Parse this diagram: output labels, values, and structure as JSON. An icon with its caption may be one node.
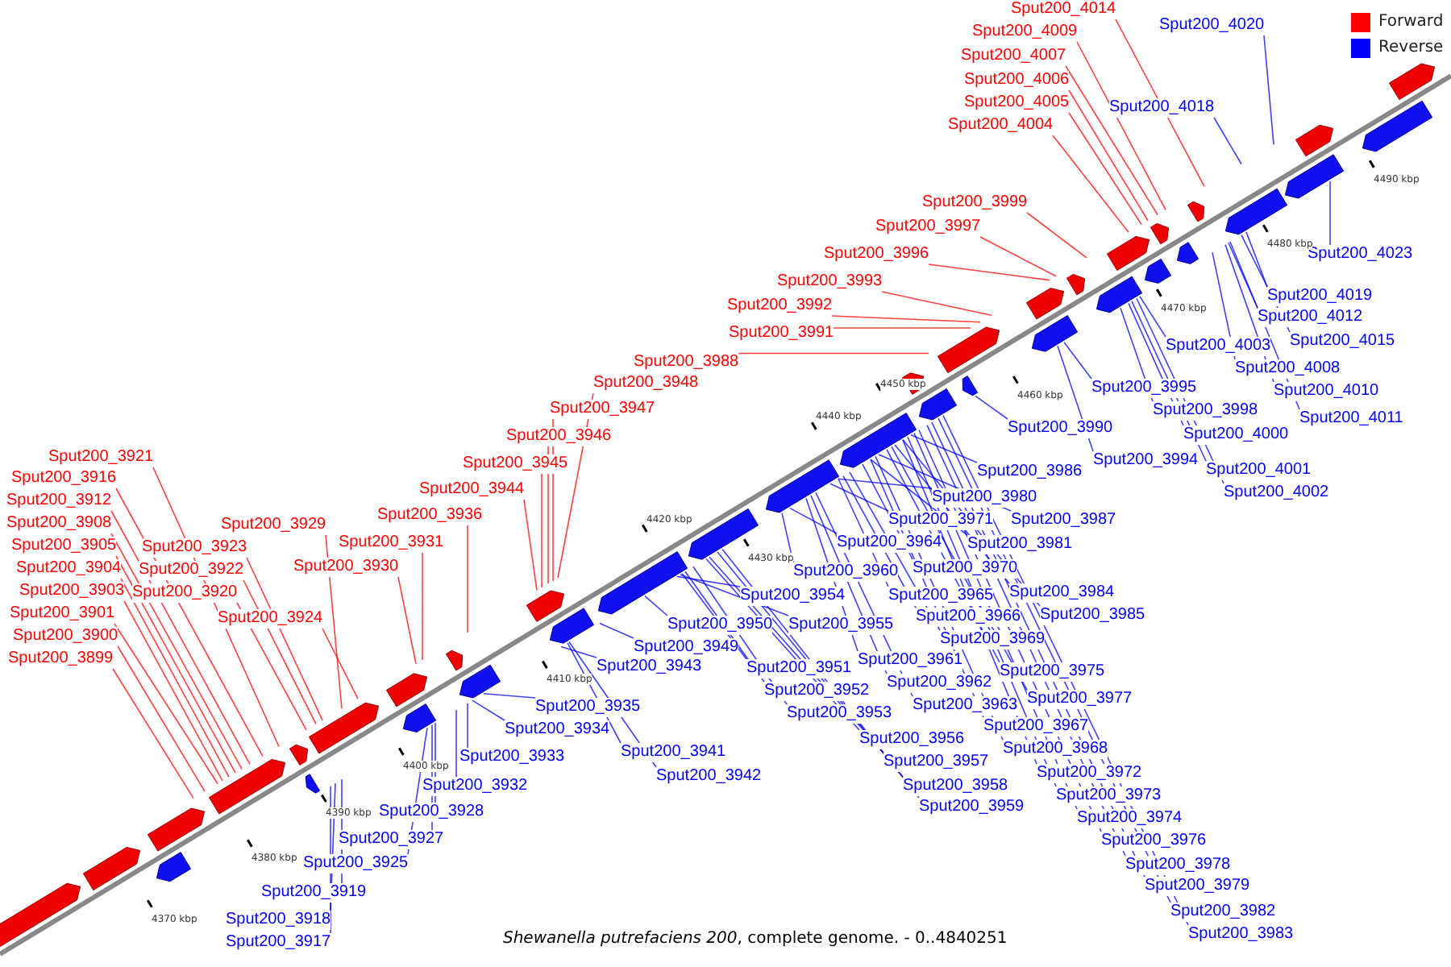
{
  "diagram": {
    "caption": "*Shewanella putrefaciens 200*, complete genome. - 0..4840251",
    "nodes": [
      {
        "text": [
          "Sput200_3921"
        ]
      },
      {
        "text": [
          "Sput200_3916"
        ]
      },
      {
        "text": [
          "Sput200_3912"
        ]
      },
      {
        "text": [
          "Sput200_3908"
        ]
      },
      {
        "text": [
          "Sput200_3905"
        ]
      },
      {
        "text": [
          "Sput200_3904"
        ]
      },
      {
        "text": [
          "Sput200_3903"
        ]
      },
      {
        "text": [
          "Sput200_3901"
        ]
      },
      {
        "text": [
          "Sput200_3900"
        ]
      },
      {
        "text": [
          "Sput200_3899"
        ]
      },
      {
        "text": [
          "Sput200_3923"
        ]
      },
      {
        "text": [
          "Sput200_3922"
        ]
      },
      {
        "text": [
          "Sput200_3920"
        ]
      },
      {
        "text": [
          "Sput200_3929"
        ]
      },
      {
        "text": [
          "Sput200_3924"
        ]
      },
      {
        "text": [
          "Sput200_3930"
        ]
      },
      {
        "text": [
          "Sput200_3931"
        ]
      },
      {
        "text": [
          "Sput200_3936"
        ]
      },
      {
        "text": [
          "Sput200_3944"
        ]
      },
      {
        "text": [
          "Sput200_3945"
        ]
      },
      {
        "text": [
          "Sput200_3946"
        ]
      },
      {
        "text": [
          "Sput200_3947"
        ]
      },
      {
        "text": [
          "Sput200_3948"
        ]
      },
      {
        "text": [
          "Sput200_3988"
        ]
      },
      {
        "text": [
          "Sput200_3991"
        ]
      },
      {
        "text": [
          "Sput200_3992"
        ]
      },
      {
        "text": [
          "Sput200_3993"
        ]
      },
      {
        "text": [
          "Sput200_3996"
        ]
      },
      {
        "text": [
          "Sput200_3997"
        ]
      },
      {
        "text": [
          "Sput200_3999"
        ]
      },
      {
        "text": [
          "Sput200_4004"
        ]
      },
      {
        "text": [
          "Sput200_4005"
        ]
      },
      {
        "text": [
          "Sput200_4006"
        ]
      },
      {
        "text": [
          "Sput200_4007"
        ]
      },
      {
        "text": [
          "Sput200_4009"
        ]
      },
      {
        "text": [
          "Sput200_4014"
        ]
      },
      {
        "text": [
          "Sput200_4020"
        ]
      },
      {
        "text": [
          "Sput200_4018"
        ]
      },
      {
        "text": [
          "Sput200_4023"
        ]
      },
      {
        "text": [
          "Sput200_4019"
        ]
      },
      {
        "text": [
          "Sput200_4012"
        ]
      },
      {
        "text": [
          "Sput200_4015"
        ]
      },
      {
        "text": [
          "Sput200_4003"
        ]
      },
      {
        "text": [
          "Sput200_4008"
        ]
      },
      {
        "text": [
          "Sput200_4010"
        ]
      },
      {
        "text": [
          "Sput200_4011"
        ]
      },
      {
        "text": [
          "Sput200_3995"
        ]
      },
      {
        "text": [
          "Sput200_3998"
        ]
      },
      {
        "text": [
          "Sput200_4000"
        ]
      },
      {
        "text": [
          "Sput200_4001"
        ]
      },
      {
        "text": [
          "Sput200_4002"
        ]
      },
      {
        "text": [
          "Sput200_3994"
        ]
      },
      {
        "text": [
          "Sput200_3990"
        ]
      },
      {
        "text": [
          "Sput200_3986"
        ]
      },
      {
        "text": [
          "Sput200_3980"
        ]
      },
      {
        "text": [
          "Sput200_3971"
        ]
      },
      {
        "text": [
          "Sput200_3987"
        ]
      },
      {
        "text": [
          "Sput200_3964"
        ]
      },
      {
        "text": [
          "Sput200_3981"
        ]
      },
      {
        "text": [
          "Sput200_3960"
        ]
      },
      {
        "text": [
          "Sput200_3970"
        ]
      },
      {
        "text": [
          "Sput200_3965"
        ]
      },
      {
        "text": [
          "Sput200_3984"
        ]
      },
      {
        "text": [
          "Sput200_3954"
        ]
      },
      {
        "text": [
          "Sput200_3966"
        ]
      },
      {
        "text": [
          "Sput200_3985"
        ]
      },
      {
        "text": [
          "Sput200_3950"
        ]
      },
      {
        "text": [
          "Sput200_3955"
        ]
      },
      {
        "text": [
          "Sput200_3969"
        ]
      },
      {
        "text": [
          "Sput200_3949"
        ]
      },
      {
        "text": [
          "Sput200_3961"
        ]
      },
      {
        "text": [
          "Sput200_3943"
        ]
      },
      {
        "text": [
          "Sput200_3951"
        ]
      },
      {
        "text": [
          "Sput200_3975"
        ]
      },
      {
        "text": [
          "Sput200_3962"
        ]
      },
      {
        "text": [
          "Sput200_3952"
        ]
      },
      {
        "text": [
          "Sput200_3977"
        ]
      },
      {
        "text": [
          "Sput200_3963"
        ]
      },
      {
        "text": [
          "Sput200_3935"
        ]
      },
      {
        "text": [
          "Sput200_3953"
        ]
      },
      {
        "text": [
          "Sput200_3967"
        ]
      },
      {
        "text": [
          "Sput200_3934"
        ]
      },
      {
        "text": [
          "Sput200_3956"
        ]
      },
      {
        "text": [
          "Sput200_3968"
        ]
      },
      {
        "text": [
          "Sput200_3941"
        ]
      },
      {
        "text": [
          "Sput200_3933"
        ]
      },
      {
        "text": [
          "Sput200_3957"
        ]
      },
      {
        "text": [
          "Sput200_3972"
        ]
      },
      {
        "text": [
          "Sput200_3942"
        ]
      },
      {
        "text": [
          "Sput200_3932"
        ]
      },
      {
        "text": [
          "Sput200_3958"
        ]
      },
      {
        "text": [
          "Sput200_3959"
        ]
      },
      {
        "text": [
          "Sput200_3973"
        ]
      },
      {
        "text": [
          "Sput200_3928"
        ]
      },
      {
        "text": [
          "Sput200_3974"
        ]
      },
      {
        "text": [
          "Sput200_3927"
        ]
      },
      {
        "text": [
          "Sput200_3976"
        ]
      },
      {
        "text": [
          "Sput200_3925"
        ]
      },
      {
        "text": [
          "Sput200_3978"
        ]
      },
      {
        "text": [
          "Sput200_3919"
        ]
      },
      {
        "text": [
          "Sput200_3979"
        ]
      },
      {
        "text": [
          "Sput200_3982"
        ]
      },
      {
        "text": [
          "Sput200_3918"
        ]
      },
      {
        "text": [
          "Sput200_3983"
        ]
      },
      {
        "text": [
          "Sput200_3917"
        ]
      }
    ],
    "edges": [
      {
        "from": 0,
        "to": null,
        "arrow": "none",
        "color": "#ff0000"
      },
      {
        "from": 1,
        "to": null,
        "arrow": "none",
        "color": "#ff0000"
      },
      {
        "from": 2,
        "to": null,
        "arrow": "none",
        "color": "#ff0000"
      },
      {
        "from": 3,
        "to": null,
        "arrow": "none",
        "color": "#ff0000"
      },
      {
        "from": 4,
        "to": null,
        "arrow": "none",
        "color": "#ff0000"
      },
      {
        "from": 5,
        "to": null,
        "arrow": "none",
        "color": "#ff0000"
      },
      {
        "from": 6,
        "to": null,
        "arrow": "none",
        "color": "#ff0000"
      },
      {
        "from": 7,
        "to": null,
        "arrow": "none",
        "color": "#ff0000"
      },
      {
        "from": 8,
        "to": null,
        "arrow": "none",
        "color": "#ff0000"
      },
      {
        "from": 9,
        "to": null,
        "arrow": "none",
        "color": "#ff0000"
      },
      {
        "from": 10,
        "to": null,
        "arrow": "none",
        "color": "#ff0000"
      },
      {
        "from": 11,
        "to": null,
        "arrow": "none",
        "color": "#ff0000"
      },
      {
        "from": 12,
        "to": null,
        "arrow": "none",
        "color": "#ff0000"
      },
      {
        "from": 13,
        "to": null,
        "arrow": "none",
        "color": "#ff0000"
      },
      {
        "from": 14,
        "to": null,
        "arrow": "none",
        "color": "#ff0000"
      },
      {
        "from": 15,
        "to": null,
        "arrow": "none",
        "color": "#ff0000"
      },
      {
        "from": 16,
        "to": null,
        "arrow": "none",
        "color": "#ff0000"
      },
      {
        "from": 17,
        "to": null,
        "arrow": "none",
        "color": "#ff0000"
      },
      {
        "from": 18,
        "to": null,
        "arrow": "none",
        "color": "#ff0000"
      },
      {
        "from": 19,
        "to": null,
        "arrow": "none",
        "color": "#ff0000"
      },
      {
        "from": 20,
        "to": null,
        "arrow": "none",
        "color": "#ff0000"
      },
      {
        "from": 21,
        "to": null,
        "arrow": "none",
        "color": "#ff0000"
      },
      {
        "from": 22,
        "to": null,
        "arrow": "none",
        "color": "#ff0000"
      },
      {
        "from": 23,
        "to": null,
        "arrow": "none",
        "color": "#ff0000"
      },
      {
        "from": 24,
        "to": null,
        "arrow": "none",
        "color": "#ff0000"
      },
      {
        "from": 25,
        "to": null,
        "arrow": "none",
        "color": "#ff0000"
      },
      {
        "from": 26,
        "to": null,
        "arrow": "none",
        "color": "#ff0000"
      },
      {
        "from": 27,
        "to": null,
        "arrow": "none",
        "color": "#ff0000"
      },
      {
        "from": 28,
        "to": null,
        "arrow": "none",
        "color": "#ff0000"
      },
      {
        "from": 29,
        "to": null,
        "arrow": "none",
        "color": "#ff0000"
      },
      {
        "from": 30,
        "to": null,
        "arrow": "none",
        "color": "#ff0000"
      },
      {
        "from": 31,
        "to": null,
        "arrow": "none",
        "color": "#ff0000"
      },
      {
        "from": 32,
        "to": null,
        "arrow": "none",
        "color": "#ff0000"
      },
      {
        "from": 33,
        "to": null,
        "arrow": "none",
        "color": "#ff0000"
      },
      {
        "from": 34,
        "to": null,
        "arrow": "none",
        "color": "#ff0000"
      },
      {
        "from": 35,
        "to": null,
        "arrow": "none",
        "color": "#ff0000"
      },
      {
        "from": 36,
        "to": null,
        "arrow": "none"
      },
      {
        "from": 37,
        "to": null,
        "arrow": "none"
      },
      {
        "from": 38,
        "to": null,
        "arrow": "none"
      },
      {
        "from": 39,
        "to": null,
        "arrow": "none"
      },
      {
        "from": 40,
        "to": null,
        "arrow": "none"
      },
      {
        "from": 41,
        "to": null,
        "arrow": "none"
      },
      {
        "from": 42,
        "to": null,
        "arrow": "none"
      },
      {
        "from": 43,
        "to": null,
        "arrow": "none"
      },
      {
        "from": 44,
        "to": null,
        "arrow": "none"
      },
      {
        "from": 45,
        "to": null,
        "arrow": "none"
      },
      {
        "from": 46,
        "to": null,
        "arrow": "none"
      },
      {
        "from": 47,
        "to": null,
        "arrow": "none"
      },
      {
        "from": 48,
        "to": null,
        "arrow": "none"
      },
      {
        "from": 49,
        "to": null,
        "arrow": "none"
      },
      {
        "from": 50,
        "to": null,
        "arrow": "none"
      },
      {
        "from": 51,
        "to": null,
        "arrow": "none"
      },
      {
        "from": 52,
        "to": null,
        "arrow": "none"
      },
      {
        "from": 53,
        "to": null,
        "arrow": "none"
      },
      {
        "from": 54,
        "to": null,
        "arrow": "none"
      },
      {
        "from": 55,
        "to": null,
        "arrow": "none"
      },
      {
        "from": 56,
        "to": null,
        "arrow": "none"
      },
      {
        "from": 57,
        "to": null,
        "arrow": "none"
      },
      {
        "from": 58,
        "to": null,
        "arrow": "none"
      },
      {
        "from": 59,
        "to": null,
        "arrow": "none"
      },
      {
        "from": 60,
        "to": null,
        "arrow": "none"
      },
      {
        "from": 61,
        "to": null,
        "arrow": "none"
      },
      {
        "from": 62,
        "to": null,
        "arrow": "none"
      },
      {
        "from": 63,
        "to": null,
        "arrow": "none"
      },
      {
        "from": 64,
        "to": null,
        "arrow": "none"
      },
      {
        "from": 65,
        "to": null,
        "arrow": "none"
      },
      {
        "from": 66,
        "to": null,
        "arrow": "none"
      },
      {
        "from": 67,
        "to": null,
        "arrow": "none"
      },
      {
        "from": 68,
        "to": null,
        "arrow": "none"
      },
      {
        "from": 69,
        "to": null,
        "arrow": "none"
      },
      {
        "from": 70,
        "to": null,
        "arrow": "none"
      },
      {
        "from": 71,
        "to": null,
        "arrow": "none"
      },
      {
        "from": 72,
        "to": null,
        "arrow": "none"
      },
      {
        "from": 73,
        "to": null,
        "arrow": "none"
      },
      {
        "from": 74,
        "to": null,
        "arrow": "none"
      },
      {
        "from": 75,
        "to": null,
        "arrow": "none"
      },
      {
        "from": 76,
        "to": null,
        "arrow": "none"
      },
      {
        "from": 77,
        "to": null,
        "arrow": "none"
      },
      {
        "from": 78,
        "to": null,
        "arrow": "none"
      },
      {
        "from": 79,
        "to": null,
        "arrow": "none"
      },
      {
        "from": 80,
        "to": null,
        "arrow": "none"
      },
      {
        "from": 81,
        "to": null,
        "arrow": "none"
      },
      {
        "from": 82,
        "to": null,
        "arrow": "none"
      },
      {
        "from": 83,
        "to": null,
        "arrow": "none"
      },
      {
        "from": 84,
        "to": null,
        "arrow": "none"
      },
      {
        "from": 85,
        "to": null,
        "arrow": "none"
      },
      {
        "from": 86,
        "to": null,
        "arrow": "none"
      },
      {
        "from": 87,
        "to": null,
        "arrow": "none"
      },
      {
        "from": 88,
        "to": null,
        "arrow": "none"
      },
      {
        "from": 89,
        "to": null,
        "arrow": "none"
      },
      {
        "from": 90,
        "to": null,
        "arrow": "none"
      },
      {
        "from": 91,
        "to": null,
        "arrow": "none"
      },
      {
        "from": 92,
        "to": null,
        "arrow": "none"
      },
      {
        "from": 93,
        "to": null,
        "arrow": "none"
      },
      {
        "from": 94,
        "to": null,
        "arrow": "none"
      },
      {
        "from": 95,
        "to": null,
        "arrow": "none"
      },
      {
        "from": 96,
        "to": null,
        "arrow": "none"
      },
      {
        "from": 97,
        "to": null,
        "arrow": "none"
      },
      {
        "from": 98,
        "to": null,
        "arrow": "none"
      },
      {
        "from": 99,
        "to": null,
        "arrow": "none"
      },
      {
        "from": 100,
        "to": null,
        "arrow": "none"
      },
      {
        "from": 101,
        "to": null,
        "arrow": "none"
      },
      {
        "from": 102,
        "to": null,
        "arrow": "none"
      },
      {
        "from": 103,
        "to": null,
        "arrow": "none"
      },
      {
        "from": 104,
        "to": null,
        "arrow": "none"
      }
    ],
    "labels": [
      "4370 kbp",
      "4380 kbp",
      "4390 kbp",
      "4400 kbp",
      "4410 kbp",
      "4420 kbp",
      "4430 kbp",
      "4440 kbp",
      "4450 kbp",
      "4460 kbp",
      "4470 kbp",
      "4480 kbp",
      "4490 kbp"
    ],
    "legend": [
      {
        "text": "Forward",
        "color": "#ff0000"
      },
      {
        "text": "Reverse",
        "color": "#0000ff"
      }
    ]
  }
}
